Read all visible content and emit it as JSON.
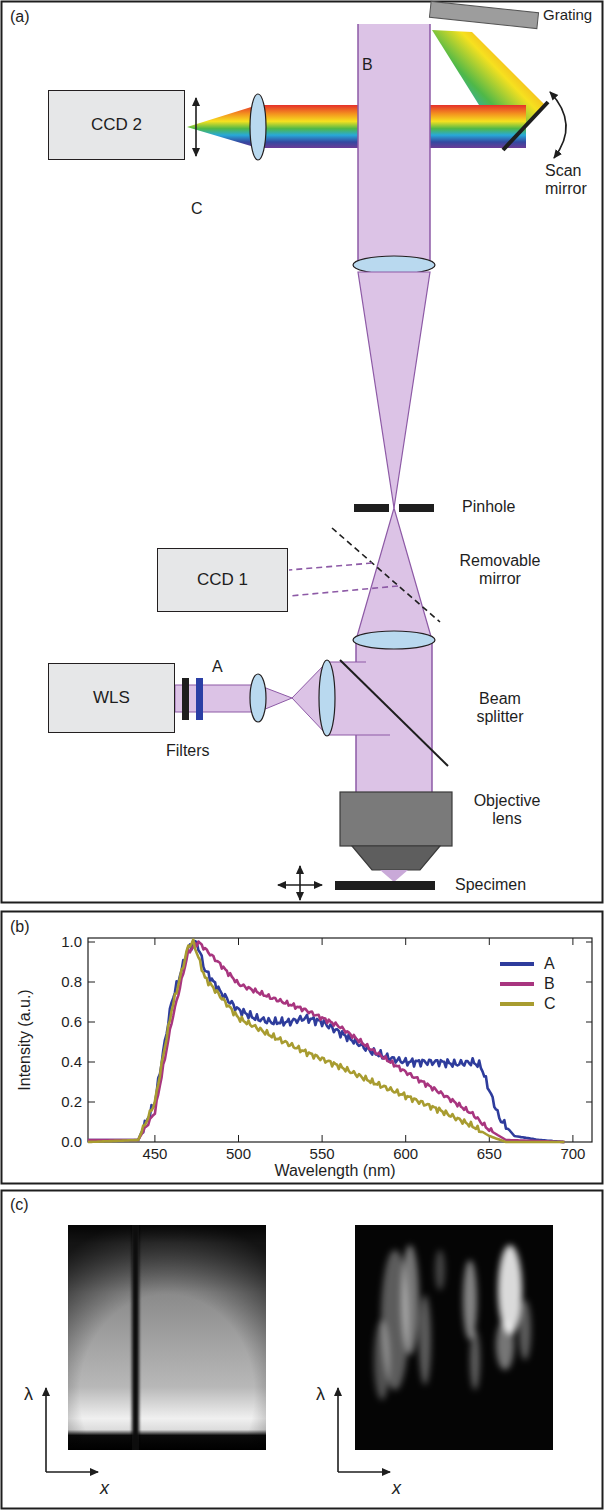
{
  "diagram": {
    "nodes": [
      {
        "text": [
          "CCD 2"
        ]
      },
      {
        "text": [
          "CCD 1"
        ]
      },
      {
        "text": [
          "WLS"
        ]
      }
    ],
    "labels": [
      "(a)",
      "Grating",
      "B",
      "Scan mirror",
      "C",
      "Pinhole",
      "Removable mirror",
      "A",
      "Beam splitter",
      "Filters",
      "Objective lens",
      "Specimen",
      "(b)",
      "1.0",
      "0.8",
      "0.6",
      "0.4",
      "0.2",
      "0.0",
      "450",
      "500",
      "550",
      "600",
      "650",
      "700",
      "Intensity (a.u.)",
      "Wavelength (nm)",
      "(c)",
      "λ",
      "x",
      "λ",
      "x"
    ],
    "legend": [
      {
        "text": "A",
        "color": "#2e3c9c"
      },
      {
        "text": "B",
        "color": "#a8357f"
      },
      {
        "text": "C",
        "color": "#a89c30"
      }
    ]
  }
}
